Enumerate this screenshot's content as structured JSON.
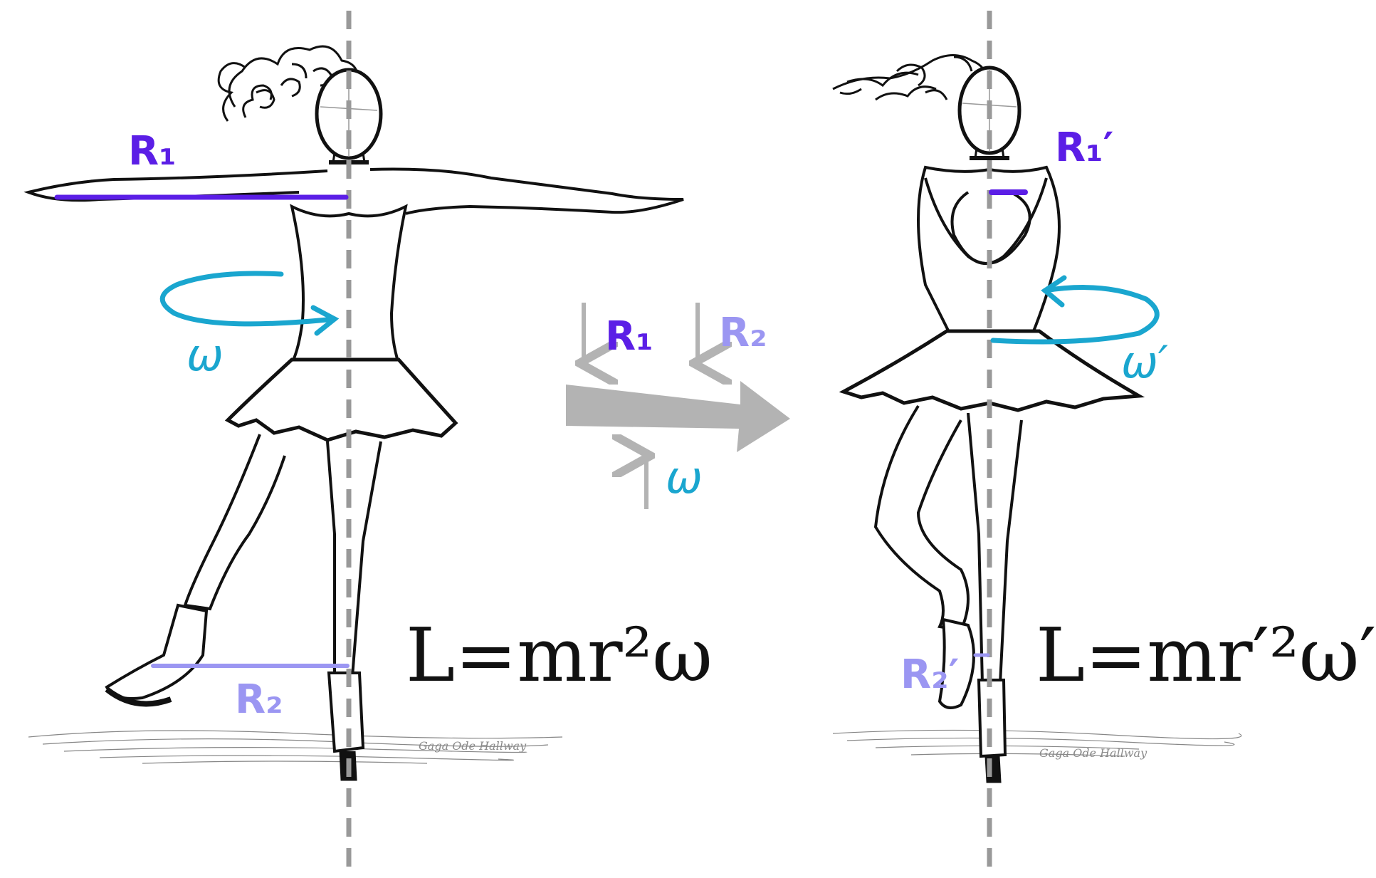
{
  "colors": {
    "r1": "#5b1ee6",
    "r2": "#9b96f2",
    "omega": "#1aa6cf",
    "axis": "#999999",
    "transition_arrow": "#b3b3b3",
    "ink": "#111111"
  },
  "left": {
    "label_r1": "R₁",
    "label_r2": "R₂",
    "label_omega": "ω",
    "equation": "L=mr²ω",
    "signature": "Gaga Ode Hallway"
  },
  "middle": {
    "r1_label": "R₁",
    "r2_label": "R₂",
    "omega_label": "ω",
    "r1_direction": "down",
    "r2_direction": "down",
    "omega_direction": "up"
  },
  "right": {
    "label_r1": "R₁′",
    "label_r2": "R₂′",
    "label_omega": "ω′",
    "equation": "L=mr′²ω′",
    "signature": "Gaga Ode Hallway"
  }
}
